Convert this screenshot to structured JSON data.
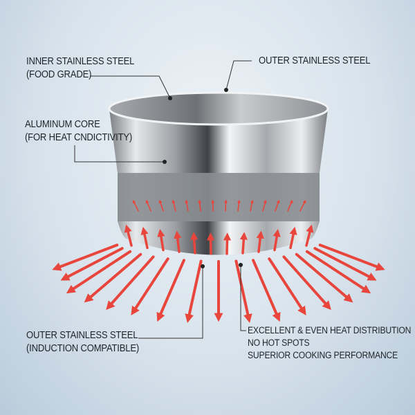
{
  "labels": {
    "inner_title": "INNER STAINLESS STEEL",
    "inner_sub": "(FOOD GRADE)",
    "outer_top": "OUTER STAINLESS STEEL",
    "core_title": "ALUMINUM CORE",
    "core_sub": "(FOR HEAT CNDICTIVITY)",
    "outer_bottom_title": "OUTER STAINLESS STEEL",
    "outer_bottom_sub": "(INDUCTION COMPATIBLE)",
    "benefits": [
      "EXCELLENT & EVEN HEAT DISTRIBUTION",
      "NO HOT SPOTS",
      "SUPERIOR COOKING PERFORMANCE"
    ]
  },
  "colors": {
    "arrow": "#e8453c",
    "text": "#1f2428",
    "band": "#8a8e92"
  },
  "icons": {
    "heat_arrows": "heat-arrow-icon"
  }
}
